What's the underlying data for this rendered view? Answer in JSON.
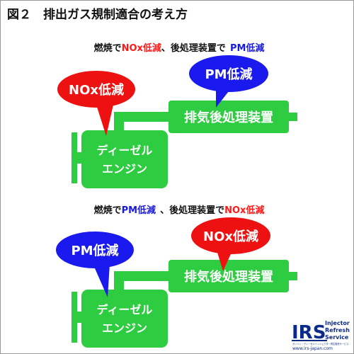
{
  "title": "図２　排出ガス規制適合の考え方",
  "colors": {
    "green": "#2ecc40",
    "red": "#ee1111",
    "blue": "#1a1aee",
    "red_text": "#ff1a1a",
    "blue_text": "#1a1add",
    "border": "#999999"
  },
  "scenarios": [
    {
      "caption": {
        "prefix": "燃焼で",
        "highlight1": "NOx低減",
        "middle": "、後処理装置で",
        "highlight2": "PM低減"
      },
      "engine": {
        "line1": "ディーゼル",
        "line2": "エンジン"
      },
      "aftertreatment": "排気後処理装置",
      "bubble_engine": "NOx低減",
      "bubble_after": "PM低減"
    },
    {
      "caption": {
        "prefix": "燃焼で",
        "highlight1": "PM低減",
        "middle": "、後処理装置で",
        "highlight2": "NOx低減"
      },
      "engine": {
        "line1": "ディーゼル",
        "line2": "エンジン"
      },
      "aftertreatment": "排気後処理装置",
      "bubble_engine": "PM低減",
      "bubble_after": "NOx低減"
    }
  ],
  "logo": {
    "mark": "IRS",
    "words": [
      "Injector",
      "Refresh",
      "Service"
    ],
    "tagline": "ガソリン・ディーゼルインジェクター再生販売サービス",
    "url": "www.irs-japan.com"
  }
}
